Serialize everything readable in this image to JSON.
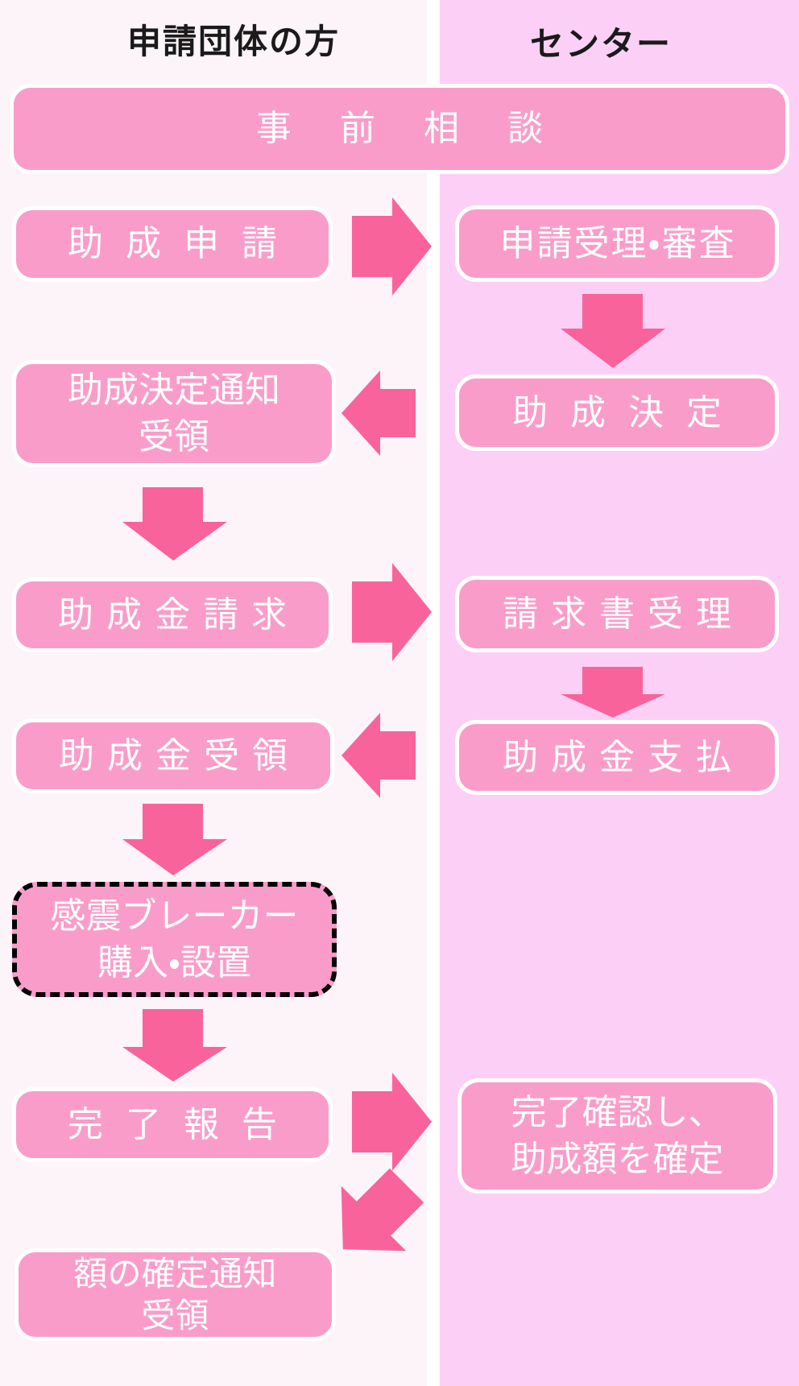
{
  "columns": {
    "left": "申請団体の方",
    "right": "センター"
  },
  "nodes": {
    "pre_consultation": {
      "label": "事前相談"
    },
    "grant_application": {
      "label": "助成申請"
    },
    "application_acceptance_review": {
      "label": "申請受理・審査"
    },
    "grant_decision": {
      "label": "助成決定"
    },
    "grant_decision_notice_receipt": {
      "line1": "助成決定通知",
      "line2": "受領"
    },
    "grant_request": {
      "label": "助成金請求"
    },
    "invoice_acceptance": {
      "label": "請求書受理"
    },
    "grant_payment": {
      "label": "助成金支払"
    },
    "grant_receipt": {
      "label": "助成金受領"
    },
    "breaker_purchase_installation": {
      "line1": "感震ブレーカー",
      "line2": "購入・設置"
    },
    "completion_report": {
      "label": "完了報告"
    },
    "completion_confirmation": {
      "line1": "完了確認し、",
      "line2": "助成額を確定"
    },
    "amount_confirmation_notice_receipt": {
      "line1": "額の確定通知",
      "line2": "受領"
    }
  },
  "colors": {
    "left_column_bg": "#FCF4F9",
    "right_column_bg": "#FCD0F6",
    "column_divider": "#FFFFFF",
    "node_fill": "#FA9CCA",
    "node_border": "#FFFFFF",
    "node_text": "#FFFFFF",
    "arrow_fill": "#F8639B",
    "header_text": "#1A1A1A",
    "dashed_border": "#000000"
  }
}
